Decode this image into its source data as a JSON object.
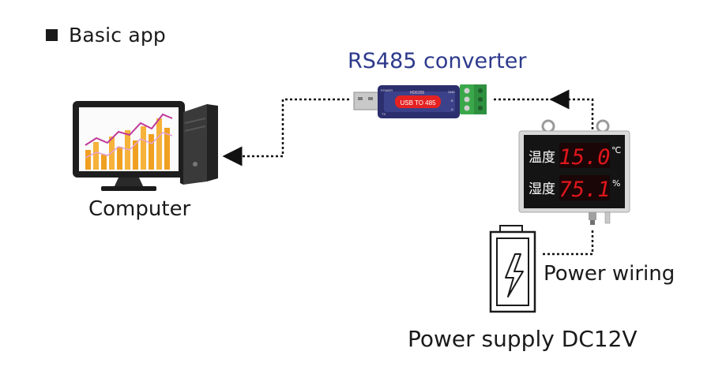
{
  "section": {
    "title": "Basic app"
  },
  "converter": {
    "title": "RS485 converter",
    "body_text": "USB TO 485",
    "model_text": "HD6205",
    "small_labels": [
      "POWER",
      "TX",
      "GND",
      "B",
      "A"
    ]
  },
  "computer": {
    "label": "Computer"
  },
  "display": {
    "temp_label": "温度",
    "temp_value": "15.0",
    "temp_unit": "℃",
    "hum_label": "湿度",
    "hum_value": "75.1",
    "hum_unit": "%"
  },
  "power": {
    "wiring_label": "Power wiring",
    "supply_label": "Power supply DC12V"
  },
  "colors": {
    "title_blue": "#2d3a8c",
    "led_red": "#e0161c",
    "terminal_green": "#3aa84a",
    "converter_red": "#e52222"
  }
}
